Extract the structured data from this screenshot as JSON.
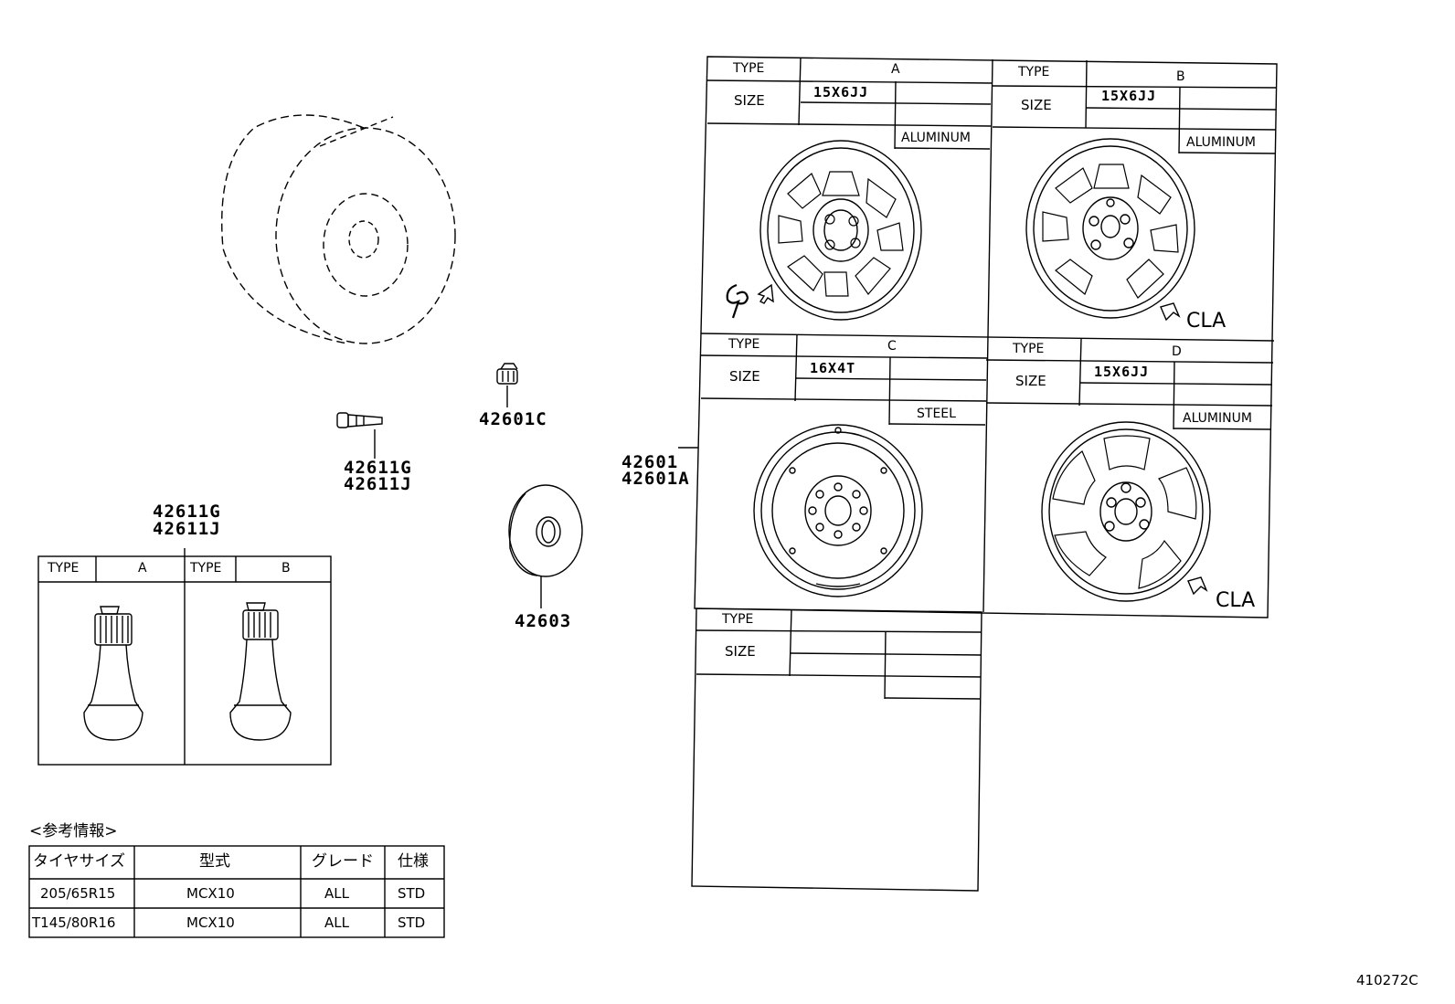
{
  "part_numbers": {
    "wheel": "42601",
    "wheel_alt": "42601A",
    "hub_nut": "42601C",
    "valve_stem": "42611G",
    "valve_stem_alt": "42611J",
    "center_cap": "42603"
  },
  "valve_types": {
    "part_label_1": "42611G",
    "part_label_2": "42611J",
    "type_label": "TYPE",
    "type_a": "A",
    "type_b": "B"
  },
  "wheel_types": {
    "type_label": "TYPE",
    "size_label": "SIZE",
    "a": {
      "type": "A",
      "size": "15X6JJ",
      "material": "ALUMINUM"
    },
    "b": {
      "type": "B",
      "size": "15X6JJ",
      "material": "ALUMINUM",
      "note": "CLA"
    },
    "c": {
      "type": "C",
      "size": "16X4T",
      "material": "STEEL"
    },
    "d": {
      "type": "D",
      "size": "15X6JJ",
      "material": "ALUMINUM",
      "note": "CLA"
    }
  },
  "reference_info": {
    "title": "<参考情報>",
    "headers": [
      "タイヤサイズ",
      "型式",
      "グレード",
      "仕様"
    ],
    "rows": [
      [
        "205/65R15",
        "MCX10",
        "ALL",
        "STD"
      ],
      [
        "T145/80R16",
        "MCX10",
        "ALL",
        "STD"
      ]
    ]
  },
  "diagram_code": "410272C"
}
